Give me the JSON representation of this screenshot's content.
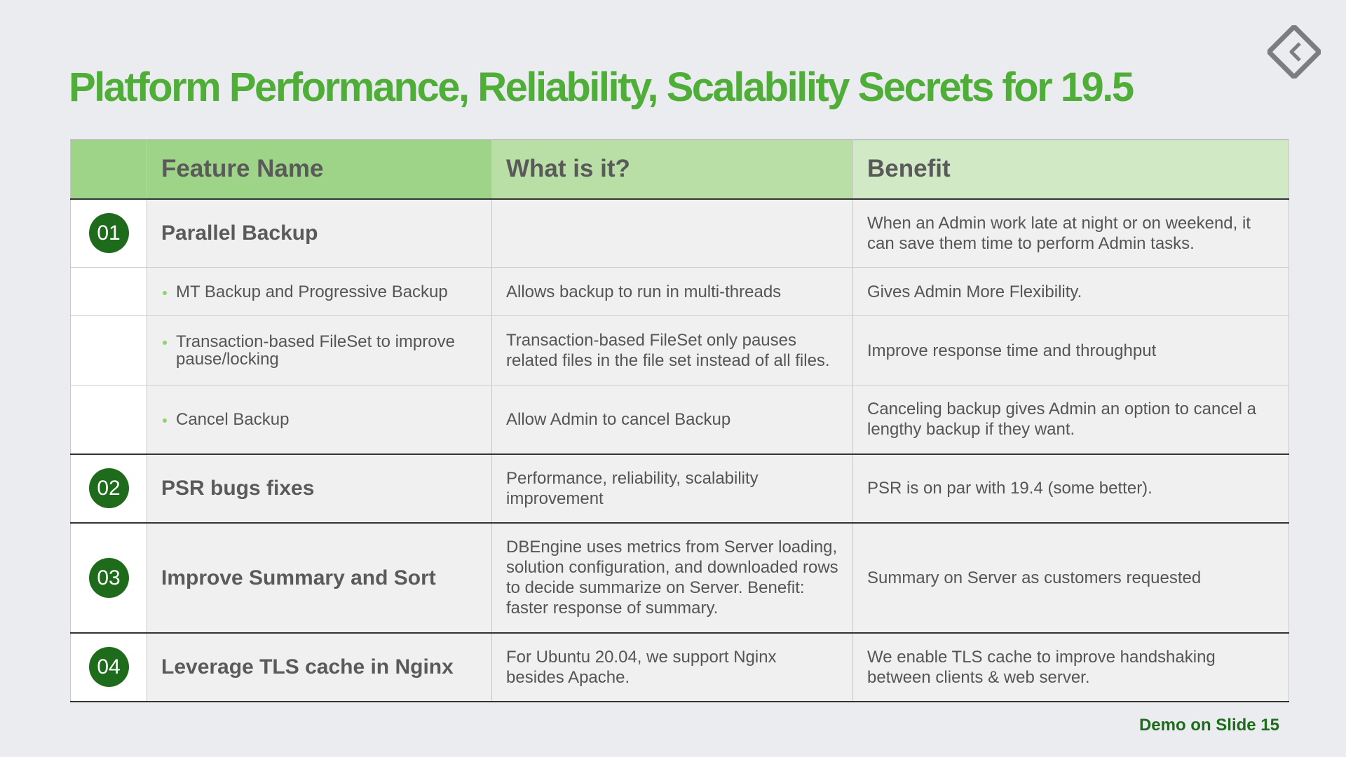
{
  "slide": {
    "title": "Platform Performance, Reliability, Scalability Secrets for 19.5",
    "footer_link": "Demo on Slide 15",
    "colors": {
      "title_green": "#4fae37",
      "badge_green": "#1f6b1c",
      "header_green_1": "#9dd487",
      "header_green_2": "#b9dea6",
      "header_green_3": "#d2e9c6",
      "background": "#ebecef"
    },
    "logo_icon": "diamond-chevron-logo-icon"
  },
  "table": {
    "headers": {
      "number": "",
      "feature_name": "Feature Name",
      "what_is_it": "What is it?",
      "benefit": "Benefit"
    },
    "rows": [
      {
        "number": "01",
        "name": "Parallel Backup",
        "what": "",
        "benefit": "When an Admin work late at night or on weekend, it can save them time to perform Admin tasks."
      },
      {
        "number": "",
        "name": "MT Backup and Progressive Backup",
        "what": "Allows backup to run in multi-threads",
        "benefit": "Gives Admin More Flexibility."
      },
      {
        "number": "",
        "name": "Transaction-based FileSet to improve pause/locking",
        "what": "Transaction-based FileSet only pauses related files in the file set instead of all files.",
        "benefit": "Improve response time and throughput"
      },
      {
        "number": "",
        "name": "Cancel Backup",
        "what": "Allow Admin to cancel Backup",
        "benefit": "Canceling backup gives Admin an option to cancel a lengthy backup if they want."
      },
      {
        "number": "02",
        "name": "PSR bugs fixes",
        "what": "Performance, reliability, scalability improvement",
        "benefit": "PSR is on par with 19.4 (some better)."
      },
      {
        "number": "03",
        "name": "Improve Summary and Sort",
        "what": "DBEngine uses metrics from Server loading, solution configuration, and downloaded rows to decide summarize on Server. Benefit: faster response of summary.",
        "benefit": "Summary on Server as customers requested"
      },
      {
        "number": "04",
        "name": "Leverage TLS cache in Nginx",
        "what": "For Ubuntu 20.04, we support Nginx besides Apache.",
        "benefit": "We enable TLS cache to improve handshaking between clients & web server."
      }
    ]
  }
}
